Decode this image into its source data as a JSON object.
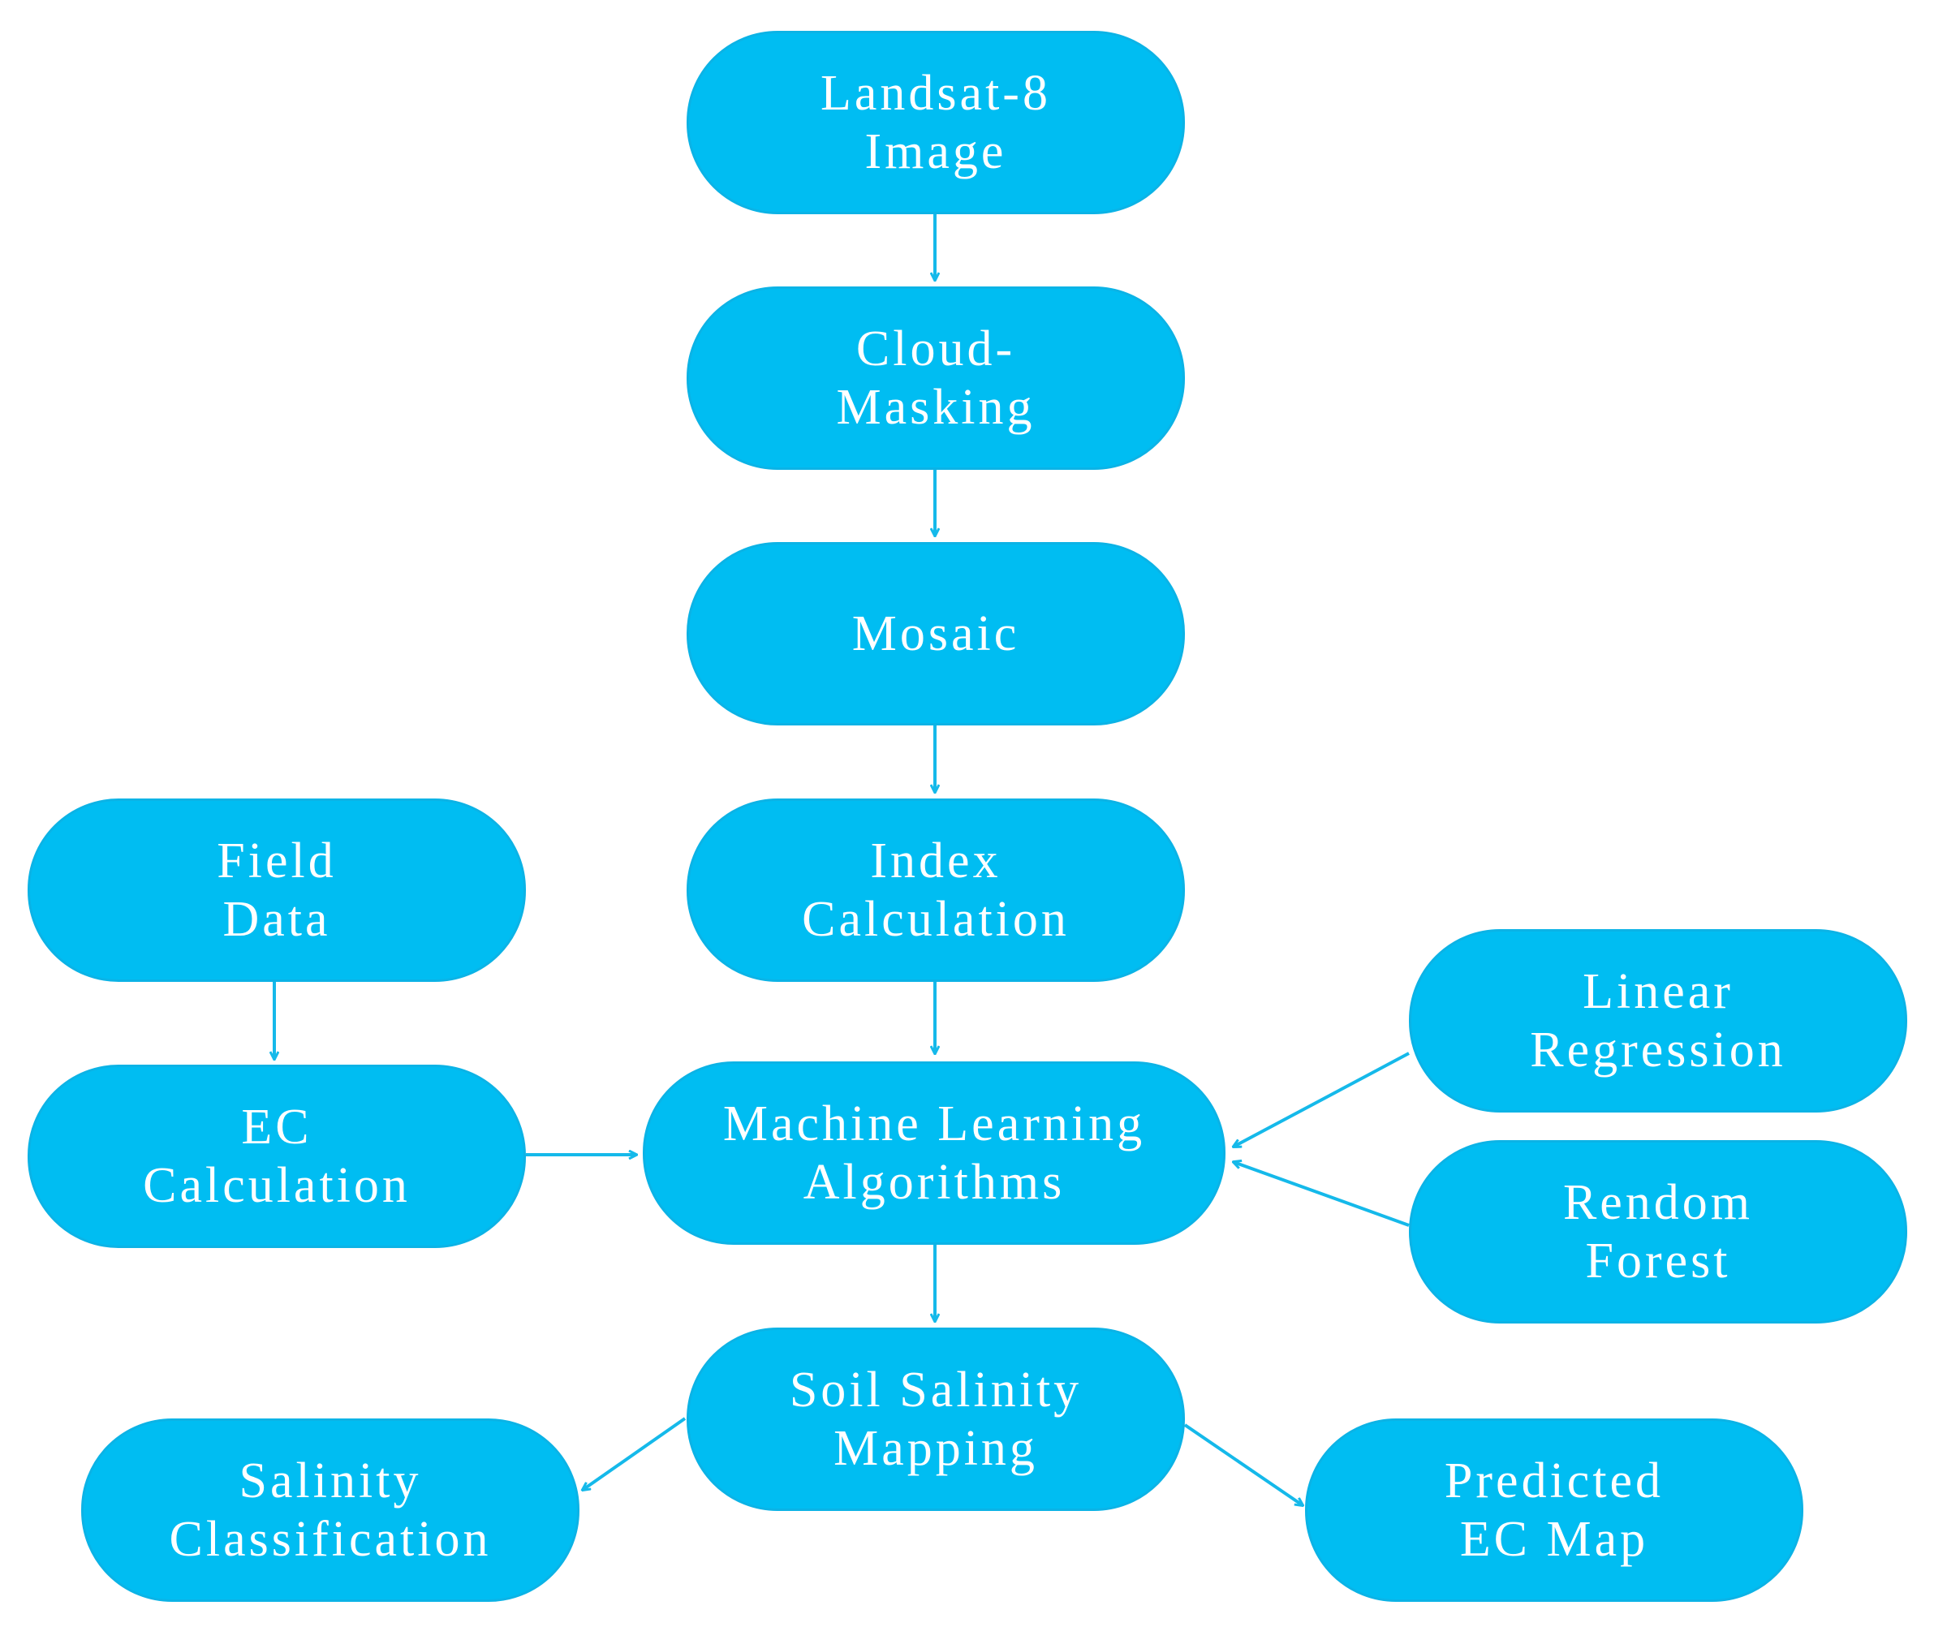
{
  "colors": {
    "node_fill": "#00BDF2",
    "node_border": "#0BB3E6",
    "edge": "#15B9EA",
    "text": "#FFFFFF",
    "background": "#FFFFFF"
  },
  "nodes": {
    "landsat": {
      "line1": "Landsat-8",
      "line2": "Image"
    },
    "cloud": {
      "line1": "Cloud-",
      "line2": "Masking"
    },
    "mosaic": {
      "line1": "Mosaic"
    },
    "index": {
      "line1": "Index",
      "line2": "Calculation"
    },
    "field": {
      "line1": "Field",
      "line2": "Data"
    },
    "ec": {
      "line1": "EC",
      "line2": "Calculation"
    },
    "ml": {
      "line1": "Machine Learning",
      "line2": "Algorithms"
    },
    "linear": {
      "line1": "Linear",
      "line2": "Regression"
    },
    "rf": {
      "line1": "Rendom",
      "line2": "Forest"
    },
    "soil": {
      "line1": "Soil Salinity",
      "line2": "Mapping"
    },
    "salinity": {
      "line1": "Salinity",
      "line2": "Classification"
    },
    "predicted": {
      "line1": "Predicted",
      "line2": "EC Map"
    }
  }
}
